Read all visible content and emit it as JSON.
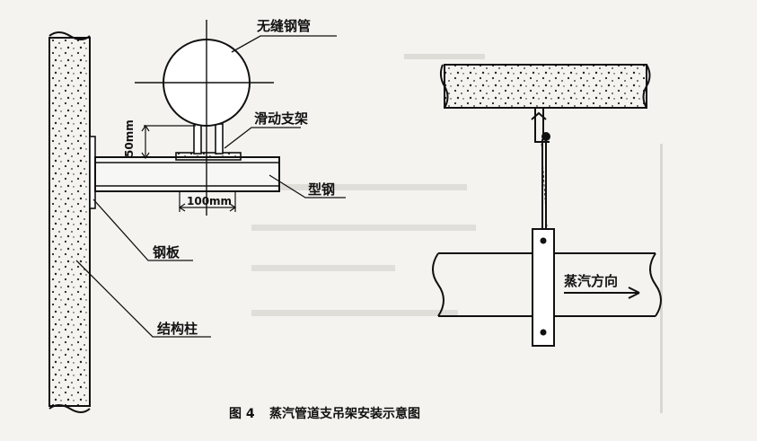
{
  "labels": {
    "seamless_pipe": "无缝钢管",
    "sliding_support": "滑动支架",
    "dim_50": "50mm",
    "dim_100": "100mm",
    "section_steel": "型钢",
    "steel_plate": "钢板",
    "structural_column": "结构柱",
    "steam_direction": "蒸汽方向"
  },
  "caption": {
    "figure_number": "图 4",
    "title": "蒸汽管道支吊架安装示意图"
  },
  "colors": {
    "ink": "#111111",
    "paper": "#f4f3f0",
    "ghost_text": "#b9b7b2"
  }
}
